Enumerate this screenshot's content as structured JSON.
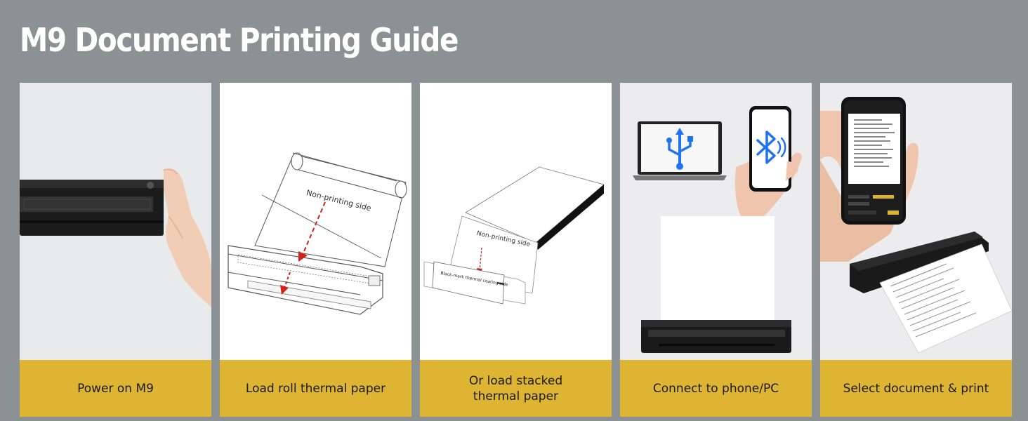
{
  "title": "M9 Document Printing Guide",
  "steps": [
    {
      "caption": "Power on M9",
      "icon": "printer-power-icon"
    },
    {
      "caption": "Load roll thermal paper",
      "icon": "roll-paper-icon",
      "labels": {
        "side": "Non-printing side"
      }
    },
    {
      "caption_lines": [
        "Or load stacked",
        "thermal paper"
      ],
      "icon": "stacked-paper-icon",
      "labels": {
        "side": "Non-printing side",
        "coating": "Black-mark thermal coating side"
      }
    },
    {
      "caption": "Connect to phone/PC",
      "icons": [
        "usb-icon",
        "bluetooth-icon"
      ]
    },
    {
      "caption": "Select document & print",
      "icon": "phone-print-icon"
    }
  ],
  "colors": {
    "background": "#8c9193",
    "caption": "#deb433",
    "title": "#ffffff",
    "arrow": "#d0211c",
    "bluetooth": "#1f73f0"
  }
}
